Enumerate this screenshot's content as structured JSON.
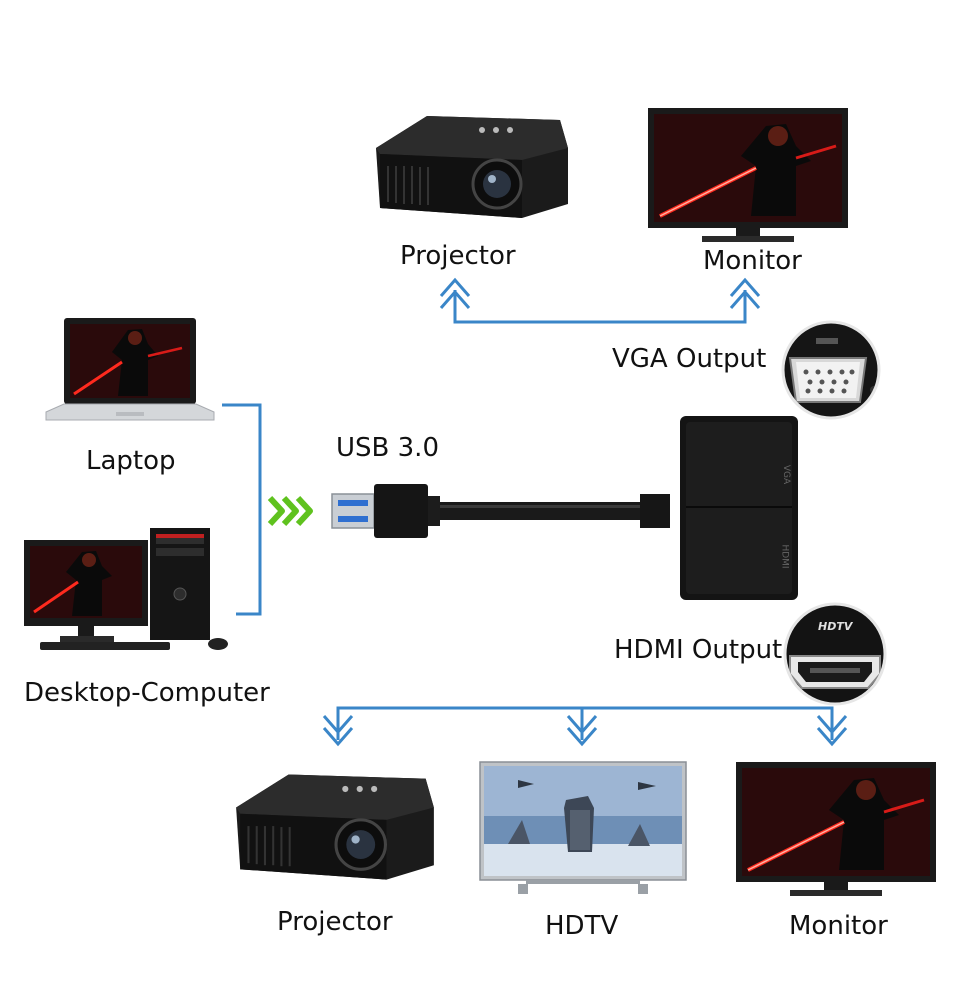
{
  "labels": {
    "top_projector": "Projector",
    "top_monitor": "Monitor",
    "vga_output": "VGA Output",
    "laptop": "Laptop",
    "usb": "USB 3.0",
    "desktop": "Desktop-Computer",
    "hdmi_output": "HDMI Output",
    "bottom_projector": "Projector",
    "bottom_hdtv": "HDTV",
    "bottom_monitor": "Monitor"
  },
  "adapter": {
    "port_vga": "VGA",
    "port_hdmi": "HDMI"
  },
  "hdmi_port_closeup": {
    "label": "HDTV"
  },
  "colors": {
    "wire": "#3a86c8",
    "arrow_green": "#5fc21e",
    "device_dark": "#161616",
    "screen_red": "#c0121a"
  }
}
